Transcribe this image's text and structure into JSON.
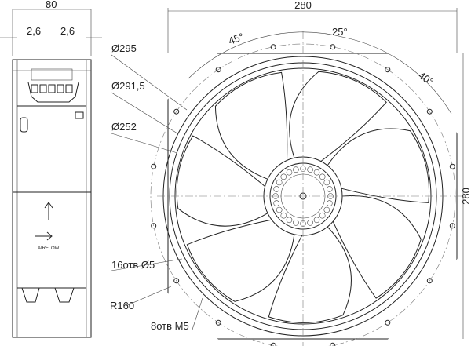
{
  "dimensions": {
    "side_width": "80",
    "side_left_wall": "2,6",
    "side_right_wall": "2,6",
    "front_width": "280",
    "front_height": "280",
    "angle_45": "45°",
    "angle_25": "25°",
    "angle_40": "40°",
    "dia_295": "Ø295",
    "dia_291_5": "Ø291,5",
    "dia_252": "Ø252",
    "holes_16": "16отв Ø5",
    "radius": "R160",
    "holes_8": "8отв М5"
  },
  "side_view": {
    "airflow_label": "AIRFLOW"
  }
}
